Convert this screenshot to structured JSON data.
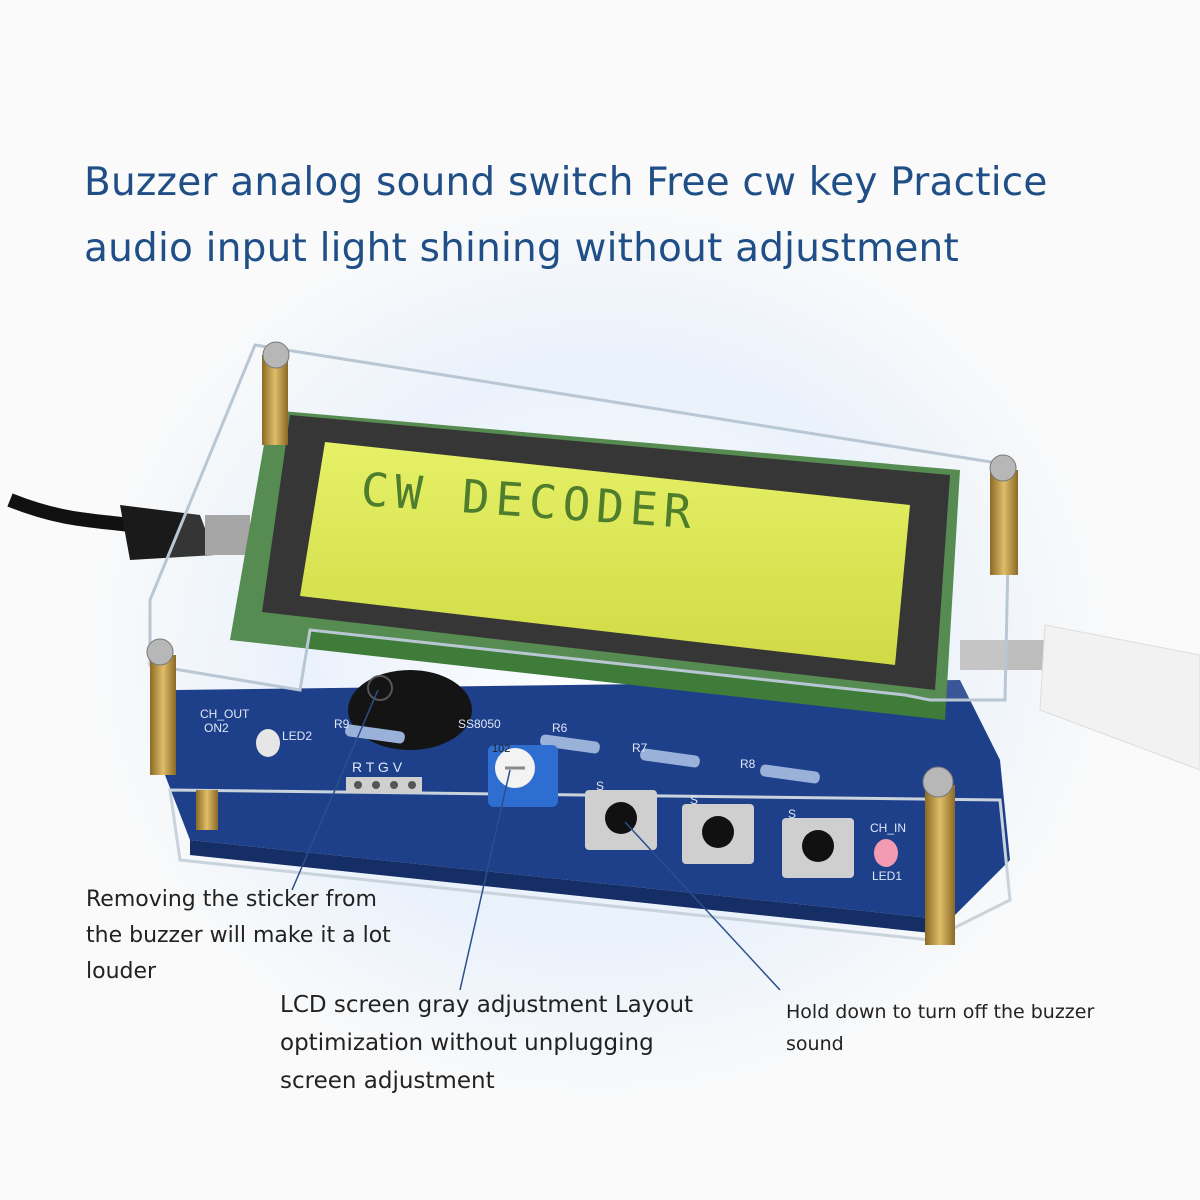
{
  "headline": {
    "line1": "Buzzer analog sound switch Free cw key Practice",
    "line2": "audio input light shining without adjustment"
  },
  "lcd": {
    "text": "CW DECODER",
    "color": "#d9e63a"
  },
  "board_labels": {
    "ch_out": "CH_OUT",
    "on2": "ON2",
    "led2": "LED2",
    "r9": "R9",
    "ss8050": "SS8050",
    "r6": "R6",
    "r7": "R7",
    "r8": "R8",
    "pot": "102",
    "rtgv": "R T G V",
    "ch_in": "CH_IN",
    "led1": "LED1",
    "s1": "S",
    "s2": "S",
    "s3": "S"
  },
  "callouts": {
    "buzzer": [
      "Removing the sticker from",
      "the buzzer will make it a lot",
      "louder"
    ],
    "lcd_adjust": [
      "LCD screen gray adjustment Layout",
      "optimization without unplugging",
      "screen adjustment"
    ],
    "button": [
      "Hold down to turn off the buzzer",
      "sound"
    ]
  },
  "colors": {
    "headline": "#1f4f86",
    "pcb": "#1e3f8a",
    "brass": "#c9a24a",
    "leader": "#2a4f8c"
  }
}
